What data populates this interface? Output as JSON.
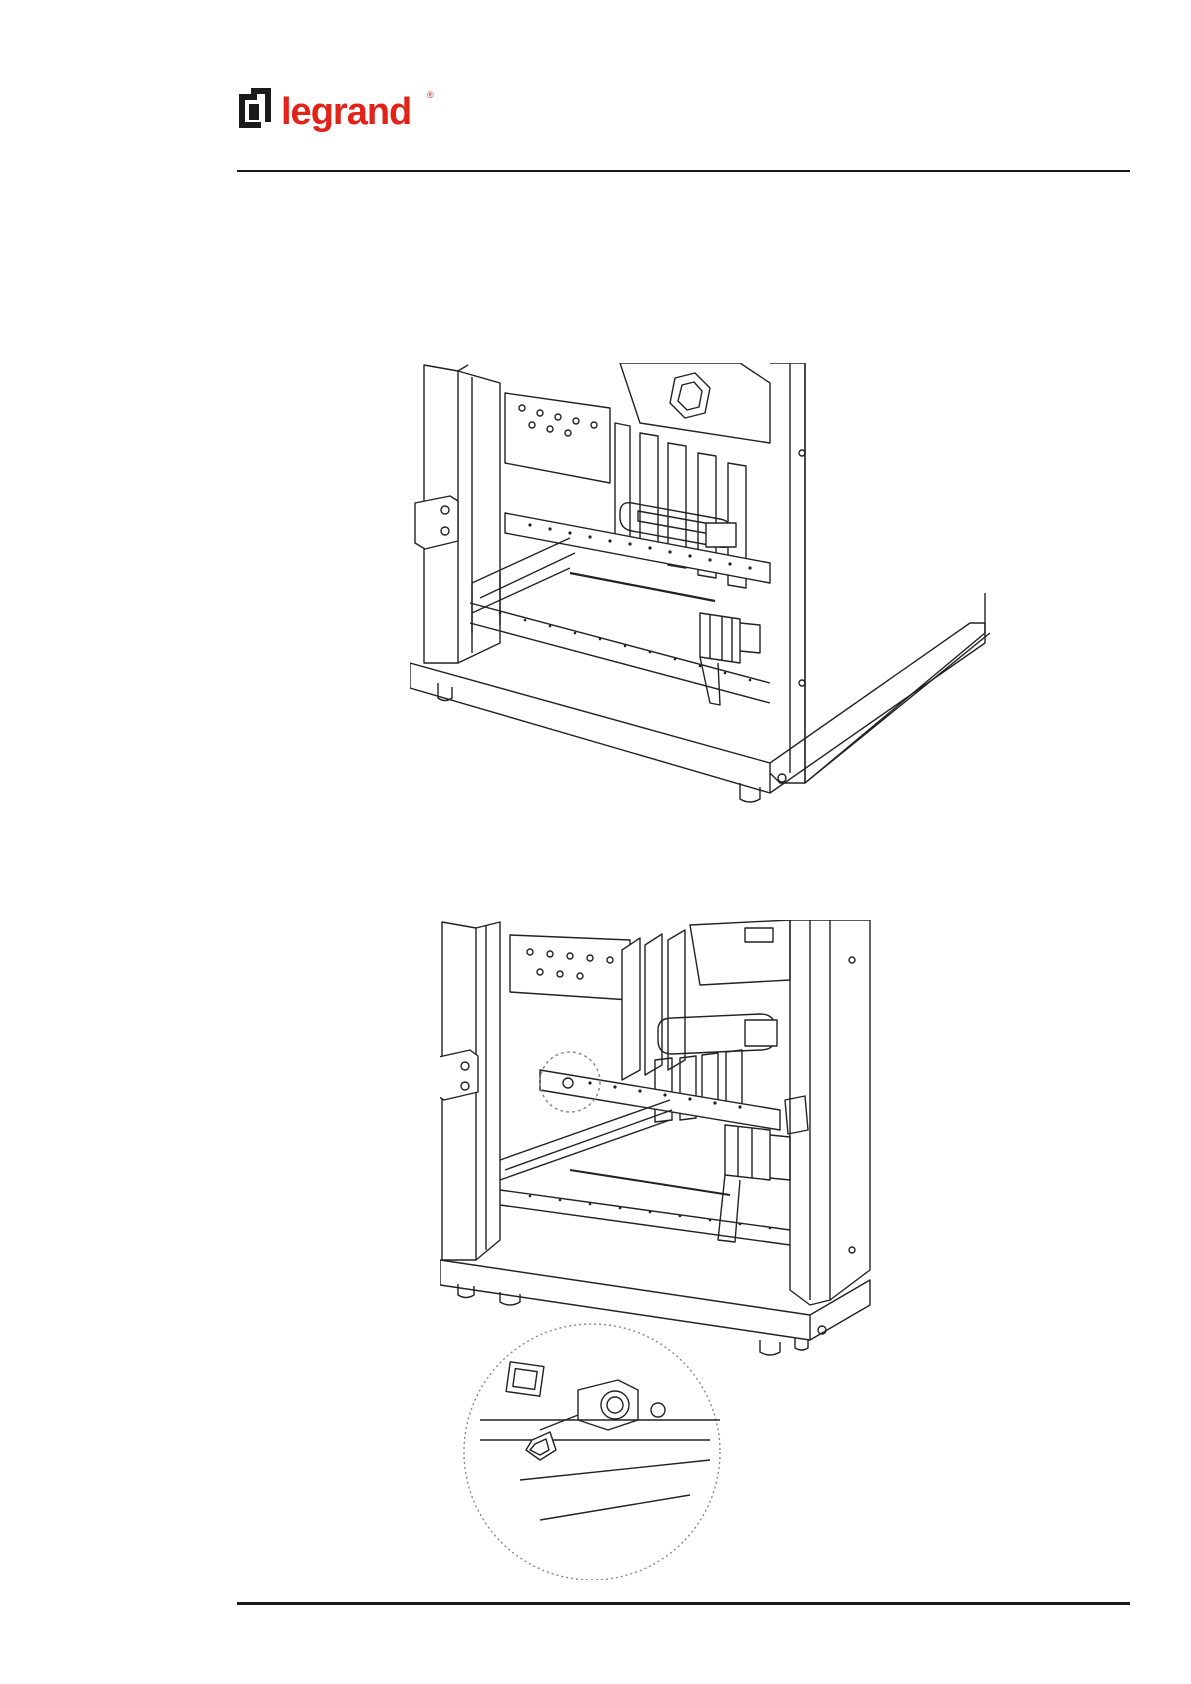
{
  "brand": {
    "name": "legrand",
    "registered_mark": "®",
    "color": "#e2231a"
  },
  "figures": [
    {
      "name": "ups-cabinet-bottom-open"
    },
    {
      "name": "ups-cabinet-bottom-detail-with-bolt-inset"
    }
  ]
}
